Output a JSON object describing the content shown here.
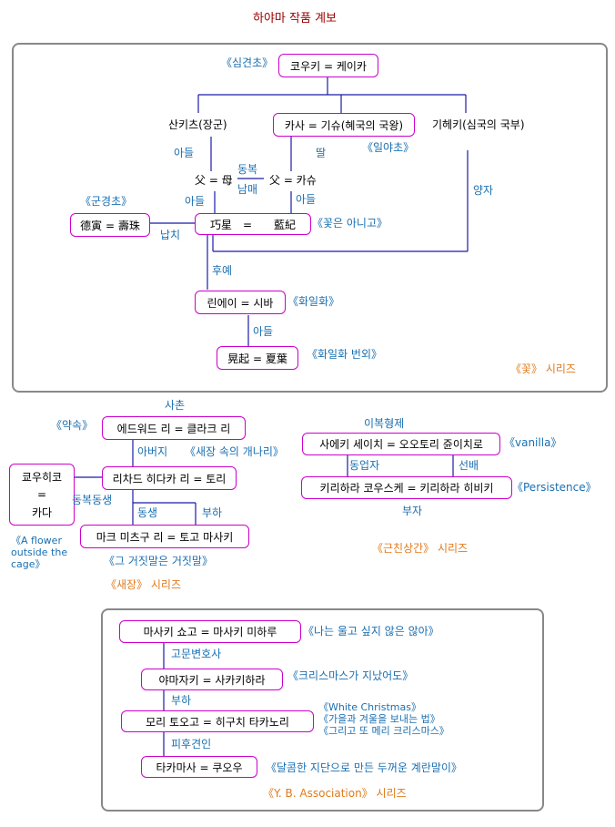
{
  "page_title": "하야마 작품 계보",
  "box1": {
    "work_simgyeonjo": "《심견초》",
    "koukei": "코우키 = 케이카",
    "sankits": "산키츠(장군)",
    "kasa": "카사 = 기슈(혜국의 국왕)",
    "gikeki": "기헤키(심국의 국부)",
    "rel_son1": "아들",
    "rel_daughter": "딸",
    "work_ilyacho": "《일야초》",
    "fathers_left": "父 = 母",
    "rel_sibling_top": "동복",
    "rel_sibling_bottom": "남매",
    "fathers_right": "父 = 카슈",
    "rel_son2": "아들",
    "rel_son3": "아들",
    "rel_adopted": "양자",
    "work_gungyeongcho": "《군경초》",
    "tokudora": "德寅 = 壽珠",
    "rel_kidnap": "납치",
    "kousei": "巧星　=　　藍紀",
    "work_kkotjuneun": "《꽃은 아니고》",
    "rel_descendant": "후예",
    "rinei": "린에이 = 시바",
    "work_hwailhwa": "《화일화》",
    "rel_son4": "아들",
    "kouki2": "晃起 = 夏葉",
    "work_hwailhwa_side": "《화일화 번외》",
    "series_kkot": "《꽃》 시리즈"
  },
  "box2": {
    "rel_cousin": "사촌",
    "work_yaksok": "《약속》",
    "edward": "에드워드 리 = 클라크 리",
    "rel_father": "아버지",
    "work_saejang_gaenari": "《새장 속의 개나리》",
    "kyouhiko": "쿄우히코",
    "kyouhiko_eq": "=",
    "kada": "카다",
    "richard": "리차드 히다카 리 = 토리",
    "rel_halfbro": "동복동생",
    "rel_brother": "동생",
    "rel_subordinate": "부하",
    "mark": "마크 미츠구 리 = 토고 마사키",
    "work_flower_line1": "《A flower",
    "work_flower_line2": "outside the",
    "work_flower_line3": "cage》",
    "work_geu_geojitmal": "《그 거짓말은 거짓말》",
    "series_saejang": "《새장》 시리즈"
  },
  "box3": {
    "rel_halfbros": "이복형제",
    "saeki": "사에키 세이치 = 오오토리 쥰이치로",
    "work_vanilla": "《vanilla》",
    "rel_partner": "동업자",
    "rel_senior": "선배",
    "kirihara": "키리하라 코우스케 = 키리하라 히비키",
    "work_persistence": "《Persistence》",
    "rel_fatherson": "부자",
    "series_geunchin": "《근친상간》 시리즈"
  },
  "box4": {
    "masaki": "마사키 쇼고 = 마사키 미하루",
    "work_naneun": "《나는 울고 싶지 않은 않아》",
    "rel_lawyer": "고문변호사",
    "yamazaki": "야마자키 = 사카키하라",
    "work_christmas_gone": "《크리스마스가 지났어도》",
    "rel_subordinate2": "부하",
    "mori": "모리 토오고 = 히구치 타카노리",
    "work_white_christmas": "《White Christmas》",
    "work_gaeul": "《가을과 겨울을 보내는 법》",
    "work_geurigo": "《그리고 또 메리 크리스마스》",
    "rel_ward": "피후견인",
    "takamasa": "타카마사 = 쿠오우",
    "work_dalkomhan": "《달콤한 지단으로 만든 두꺼운 계란말이》",
    "series_yb": "《Y. B. Association》 시리즈"
  }
}
